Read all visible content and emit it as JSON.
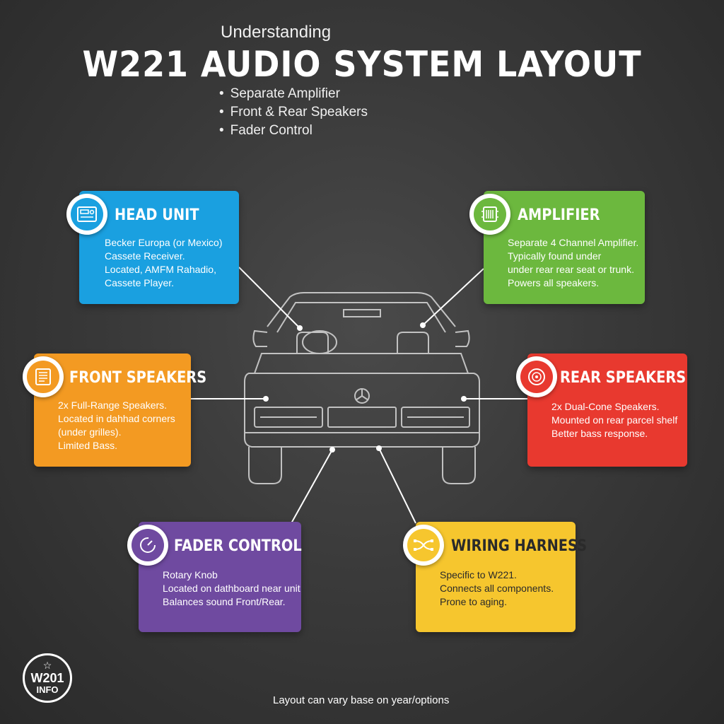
{
  "header": {
    "subtitle": "Understanding",
    "title": "W221 AUDIO SYSTEM LAYOUT",
    "bullets": [
      "Separate Amplifier",
      "Front & Rear Speakers",
      "Fader Control"
    ]
  },
  "cards": {
    "head_unit": {
      "title": "HEAD UNIT",
      "lines": [
        "Becker Europa (or Mexico)",
        "Cassete Receiver.",
        "Located, AMFM Rahadio,",
        "Cassete Player."
      ],
      "color": "#1aa0e0",
      "icon": "radio-icon"
    },
    "amplifier": {
      "title": "AMPLIFIER",
      "lines": [
        "Separate 4 Channel Amplifier.",
        "Typically found under",
        "under rear rear seat or trunk.",
        "Powers all speakers."
      ],
      "color": "#6cb83e",
      "icon": "amplifier-icon"
    },
    "front_speakers": {
      "title": "FRONT SPEAKERS",
      "lines": [
        "2x Full-Range Speakers.",
        "Located in dahhad corners",
        "(under grilles).",
        "Limited Bass."
      ],
      "color": "#f39a22",
      "icon": "speaker-grille-icon"
    },
    "rear_speakers": {
      "title": "REAR SPEAKERS",
      "lines": [
        "2x Dual-Cone Speakers.",
        "Mounted on rear parcel shelf",
        "Better bass response."
      ],
      "color": "#e8392f",
      "icon": "speaker-icon"
    },
    "fader_control": {
      "title": "FADER CONTROL",
      "lines": [
        "Rotary Knob",
        "Located on dathboard near unit",
        "Balances sound Front/Rear."
      ],
      "color": "#6f4aa0",
      "icon": "knob-icon"
    },
    "wiring_harness": {
      "title": "WIRING HARNESS",
      "lines": [
        "Specific to W221.",
        "Connects all components.",
        "Prone to aging."
      ],
      "color": "#f6c62e",
      "icon": "wiring-icon"
    }
  },
  "footer": {
    "note": "Layout can vary base on year/options"
  },
  "logo": {
    "line1": "W201",
    "line2": "INFO"
  }
}
